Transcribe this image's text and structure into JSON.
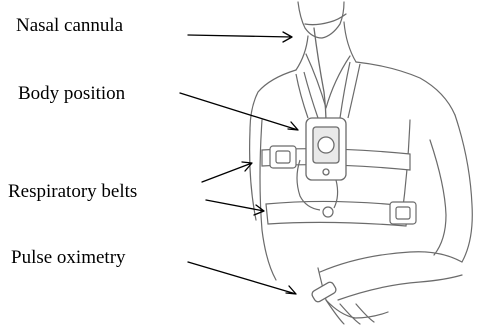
{
  "labels": {
    "nasal_cannula": "Nasal cannula",
    "body_position": "Body position",
    "respiratory_belts": "Respiratory belts",
    "pulse_oximetry": "Pulse oximetry"
  },
  "colors": {
    "text": "#000000",
    "outline": "#6b6b6b",
    "arrow": "#000000"
  }
}
